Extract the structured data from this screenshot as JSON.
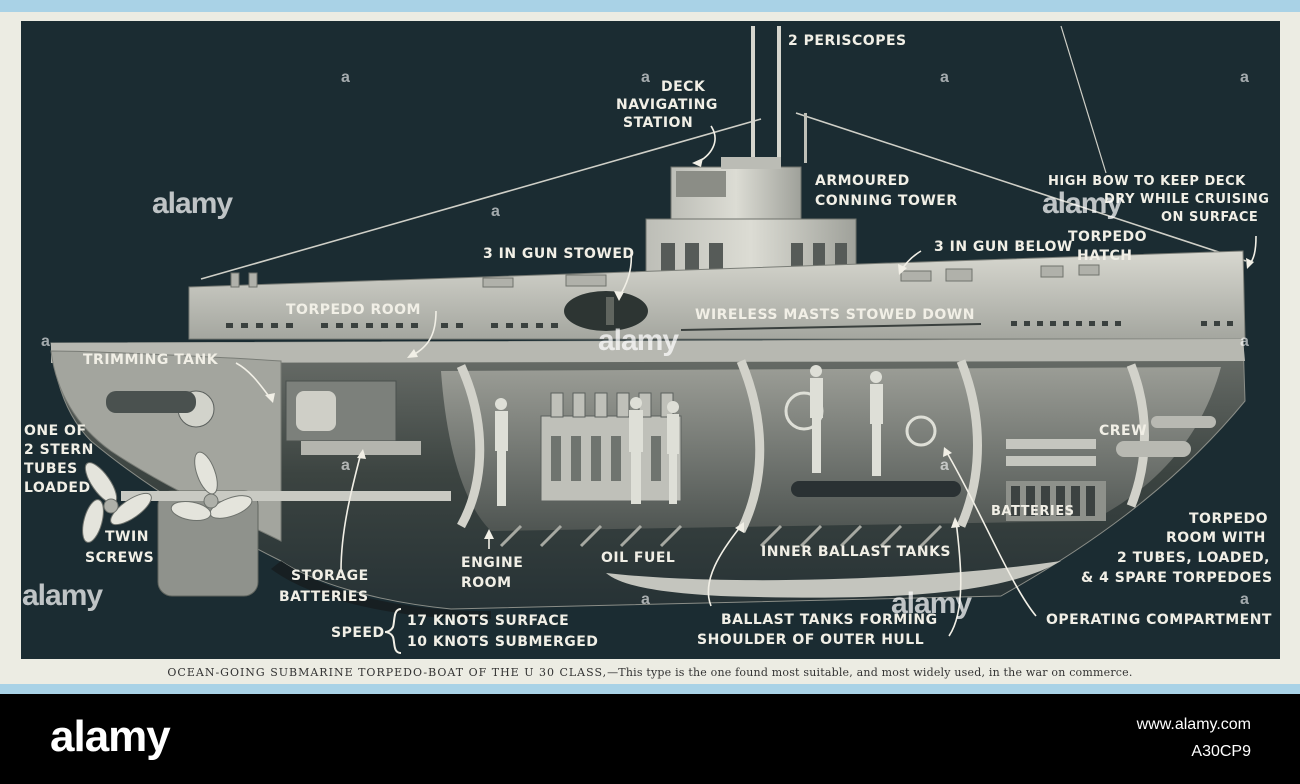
{
  "labels": {
    "periscopes": "2 PERISCOPES",
    "deck_nav_1": "DECK",
    "deck_nav_2": "NAVIGATING",
    "deck_nav_3": "STATION",
    "conning_1": "ARMOURED",
    "conning_2": "CONNING TOWER",
    "high_bow_1": "HIGH BOW TO KEEP DECK",
    "high_bow_2": "DRY WHILE CRUISING",
    "high_bow_3": "ON SURFACE",
    "gun_stowed": "3 IN GUN STOWED",
    "gun_below": "3 IN GUN BELOW",
    "torpedo_hatch_1": "TORPEDO",
    "torpedo_hatch_2": "HATCH",
    "torpedo_room": "TORPEDO ROOM",
    "wireless": "WIRELESS MASTS STOWED DOWN",
    "trimming_tank": "TRIMMING TANK",
    "stern_1": "ONE OF",
    "stern_2": "2 STERN",
    "stern_3": "TUBES",
    "stern_4": "LOADED",
    "twin_1": "TWIN",
    "twin_2": "SCREWS",
    "storage_1": "STORAGE",
    "storage_2": "BATTERIES",
    "engine_1": "ENGINE",
    "engine_2": "ROOM",
    "oil_fuel": "OIL FUEL",
    "inner_ballast": "INNER BALLAST TANKS",
    "crew": "CREW",
    "batteries": "BATTERIES",
    "fwd_torpedo_1": "TORPEDO",
    "fwd_torpedo_2": "ROOM WITH",
    "fwd_torpedo_3": "2 TUBES, LOADED,",
    "fwd_torpedo_4": "& 4 SPARE TORPEDOES",
    "speed": "SPEED",
    "speed_1": "17 KNOTS SURFACE",
    "speed_2": "10 KNOTS SUBMERGED",
    "ballast_1": "BALLAST TANKS FORMING",
    "ballast_2": "SHOULDER OF OUTER HULL",
    "operating": "OPERATING COMPARTMENT"
  },
  "caption": {
    "title": "OCEAN-GOING SUBMARINE TORPEDO-BOAT OF THE U 30 CLASS,",
    "text": "—This type is the one found most suitable, and most widely used, in the war on commerce."
  },
  "watermark": {
    "text": "alamy",
    "letter": "a"
  },
  "footer": {
    "logo": "alamy",
    "site": "www.alamy.com",
    "image_id": "A30CP9"
  },
  "colors": {
    "panel": "#1b2c32",
    "hull": "#a9aba4",
    "hull_dark": "#565b58",
    "deck": "#c9cac3",
    "label": "#f1efe6"
  }
}
